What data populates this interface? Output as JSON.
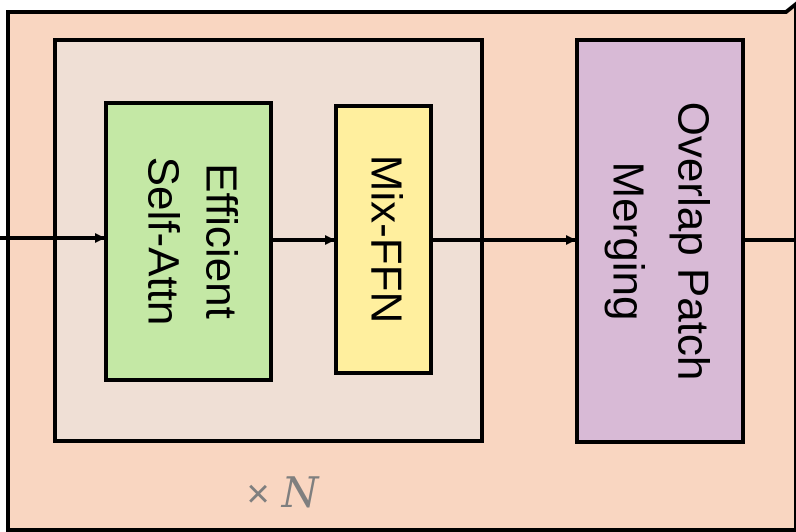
{
  "stage": {
    "outer_fill": "#f9d6c1",
    "inner_fill": "#efdfd5",
    "stroke": "#000000",
    "repeat_color": "#7f7f7f"
  },
  "blocks": {
    "efficient_self_attn": {
      "line1": "Efficient",
      "line2": "Self-Attn",
      "fill": "#c4e8a5"
    },
    "mix_ffn": {
      "label": "Mix-FFN",
      "fill": "#ffef9e"
    },
    "overlap_patch_merging": {
      "line1": "Overlap Patch",
      "line2": "Merging",
      "fill": "#d8bad6"
    }
  },
  "repeat_label": {
    "times": "×",
    "n": "N"
  }
}
